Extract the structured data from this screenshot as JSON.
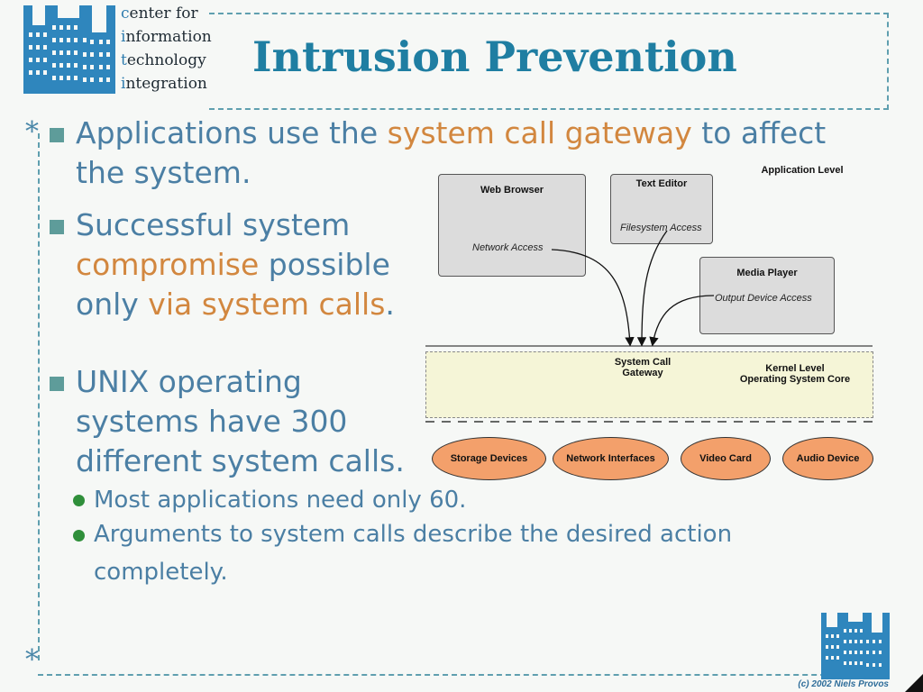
{
  "logo": {
    "lines": [
      "center for",
      "information",
      "technology",
      "integration"
    ]
  },
  "title": "Intrusion Prevention",
  "bullets": [
    {
      "parts": [
        "Applications use the ",
        "system call gateway",
        " to affect",
        "the system."
      ]
    },
    {
      "parts": [
        "Successful system",
        "compromise",
        " possible",
        "only ",
        "via system calls",
        "."
      ]
    },
    {
      "lines": [
        "UNIX operating",
        "systems have 300",
        "different system calls."
      ]
    }
  ],
  "subbullets": [
    {
      "text": "Most applications need only 60."
    },
    {
      "lines": [
        "Arguments to system calls describe the desired action",
        "completely."
      ]
    }
  ],
  "diagram": {
    "application_level": "Application Level",
    "kernel_level": [
      "Kernel Level",
      "Operating System Core"
    ],
    "apps": [
      {
        "name": "Web Browser",
        "access": "Network Access"
      },
      {
        "name": "Text Editor",
        "access": "Filesystem Access"
      },
      {
        "name": "Media Player",
        "access": "Output Device Access"
      }
    ],
    "gateway": [
      "System Call",
      "Gateway"
    ],
    "devices": [
      "Storage Devices",
      "Network Interfaces",
      "Video Card",
      "Audio Device"
    ]
  },
  "copyright": "(c) 2002 Niels Provos",
  "colors": {
    "title": "#1f7ea2",
    "text": "#4b7fa4",
    "highlight": "#d2873f",
    "device": "#f3a06b",
    "kernel": "#f5f5d7"
  }
}
